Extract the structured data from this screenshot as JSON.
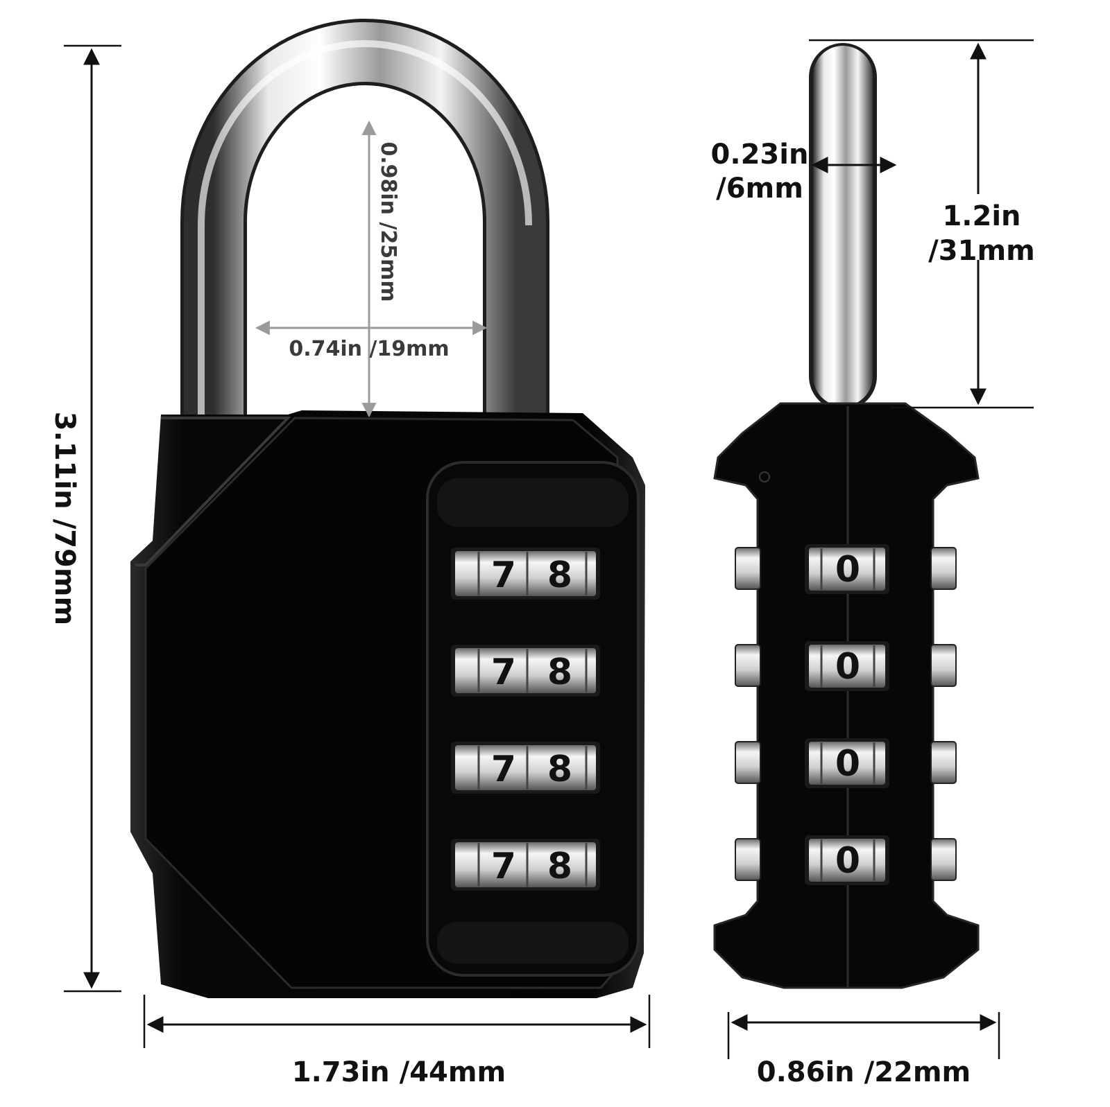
{
  "front_view": {
    "dials": [
      {
        "digits": [
          "7",
          "8"
        ]
      },
      {
        "digits": [
          "7",
          "8"
        ]
      },
      {
        "digits": [
          "7",
          "8"
        ]
      },
      {
        "digits": [
          "7",
          "8"
        ]
      }
    ]
  },
  "side_view": {
    "dials": [
      {
        "digit": "0"
      },
      {
        "digit": "0"
      },
      {
        "digit": "0"
      },
      {
        "digit": "0"
      }
    ]
  },
  "dimensions": {
    "total_height": "3.11in /79mm",
    "body_width": "1.73in /44mm",
    "shackle_inner_height": "0.98in /25mm",
    "shackle_inner_width": "0.74in /19mm",
    "shackle_diameter_in": "0.23in",
    "shackle_diameter_mm": "/6mm",
    "shackle_clearance_in": "1.2in",
    "shackle_clearance_mm": "/31mm",
    "body_thickness": "0.86in /22mm"
  },
  "colors": {
    "body": "#0b0b0b",
    "chrome_light": "#f2f2f2",
    "chrome_dark": "#3c3c3c",
    "dimension_line": "#111111",
    "inner_dimension_line": "#9a9a9a"
  }
}
